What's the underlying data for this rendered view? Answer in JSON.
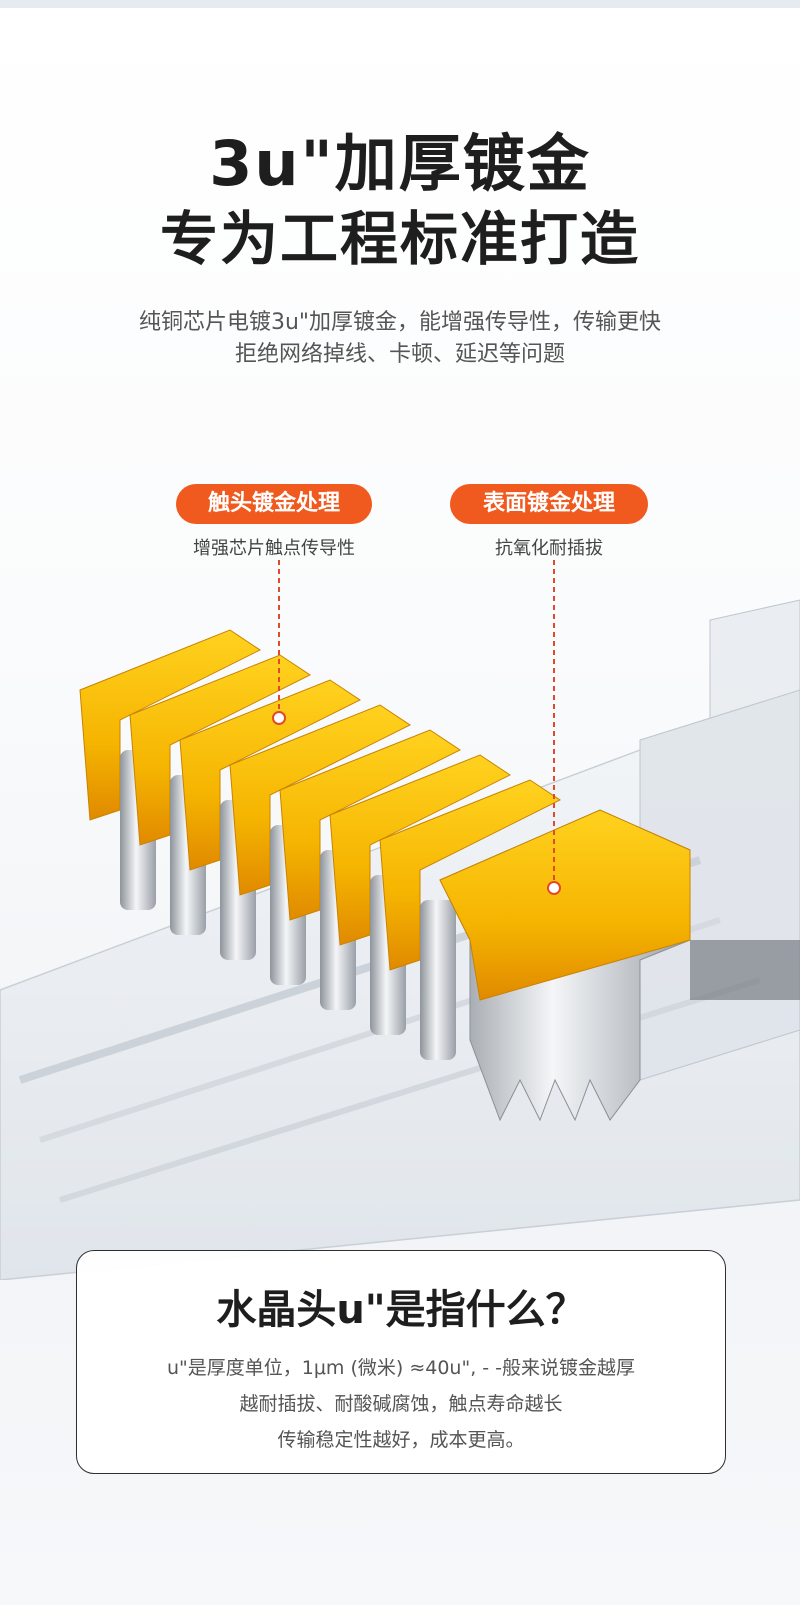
{
  "headline": {
    "line1": "3u\"加厚镀金",
    "line2": "专为工程标准打造"
  },
  "subtitle": {
    "line1": "纯铜芯片电镀3u\"加厚镀金，能增强传导性，传输更快",
    "line2": "拒绝网络掉线、卡顿、延迟等问题"
  },
  "callouts": [
    {
      "label": "触头镀金处理",
      "desc": "增强芯片触点传导性"
    },
    {
      "label": "表面镀金处理",
      "desc": "抗氧化耐插拔"
    }
  ],
  "info_card": {
    "title": "水晶头u\"是指什么？",
    "lines": [
      "u\"是厚度单位，1μm (微米) ≈40u\", - -般来说镀金越厚",
      "越耐插拔、耐酸碱腐蚀，触点寿命越长",
      "传输稳定性越好，成本更高。"
    ]
  },
  "colors": {
    "accent": "#f05a1f",
    "gold": "#f3a800",
    "silver": "#c9cdd3"
  }
}
